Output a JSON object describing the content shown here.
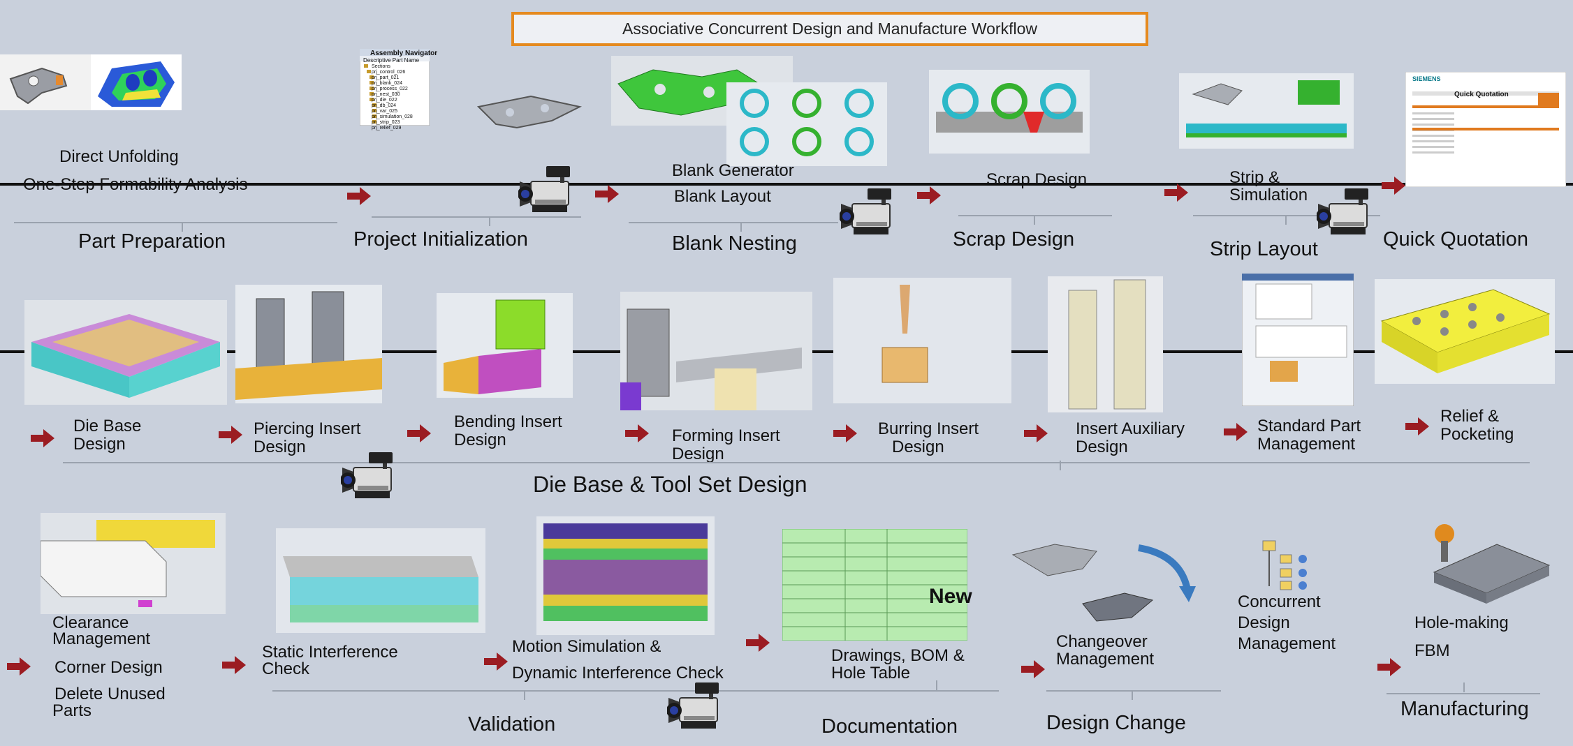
{
  "title": "Associative Concurrent Design and Manufacture Workflow",
  "row1": {
    "direct_unfolding": "Direct Unfolding",
    "one_step": "One-Step Formability Analysis",
    "part_prep": "Part Preparation",
    "project_init": "Project Initialization",
    "blank_generator": "Blank Generator",
    "blank_layout": "Blank Layout",
    "blank_nesting": "Blank Nesting",
    "scrap_design_step": "Scrap Design",
    "scrap_design": "Scrap Design",
    "strip_sim_line1": "Strip &",
    "strip_sim_line2": "Simulation",
    "strip_layout": "Strip Layout",
    "quick_quotation": "Quick Quotation",
    "nav_title": "Assembly Navigator",
    "nav_header": "Descriptive Part Name",
    "nav_items": [
      "Sections",
      "prj_control_026",
      "prj_part_021",
      "prj_blank_024",
      "prj_process_022",
      "prj_nest_030",
      "prj_die_022",
      "prj_db_024",
      "prj_var_025",
      "prj_simulation_028",
      "prj_strip_023",
      "prj_relief_029"
    ],
    "quotation_brand": "SIEMENS",
    "quotation_title": "Quick Quotation"
  },
  "row2": {
    "die_base_1": "Die Base",
    "die_base_2": "Design",
    "piercing_1": "Piercing Insert",
    "piercing_2": "Design",
    "bending_1": "Bending Insert",
    "bending_2": "Design",
    "forming_1": "Forming Insert",
    "forming_2": "Design",
    "burring_1": "Burring Insert",
    "burring_2": "Design",
    "aux_1": "Insert Auxiliary",
    "aux_2": "Design",
    "std_1": "Standard Part",
    "std_2": "Management",
    "relief_1": "Relief &",
    "relief_2": "Pocketing",
    "section": "Die Base & Tool Set Design"
  },
  "row3": {
    "clearance_1": "Clearance",
    "clearance_2": "Management",
    "corner": "Corner Design",
    "delete_1": "Delete Unused",
    "delete_2": "Parts",
    "static_1": "Static Interference",
    "static_2": "Check",
    "motion_1": "Motion Simulation &",
    "motion_2": "Dynamic Interference Check",
    "drawings_1": "Drawings, BOM &",
    "drawings_2": "Hole Table",
    "new_badge": "New",
    "changeover_1": "Changeover",
    "changeover_2": "Management",
    "concurrent_1": "Concurrent",
    "concurrent_2": "Design",
    "concurrent_3": "Management",
    "holemaking": "Hole-making",
    "fbm": "FBM",
    "validation": "Validation",
    "documentation": "Documentation",
    "design_change": "Design Change",
    "manufacturing": "Manufacturing"
  },
  "colors": {
    "background": "#c9d0dc",
    "title_border": "#e58a1f",
    "arrow": "#9b1c22",
    "divider": "#111111"
  }
}
